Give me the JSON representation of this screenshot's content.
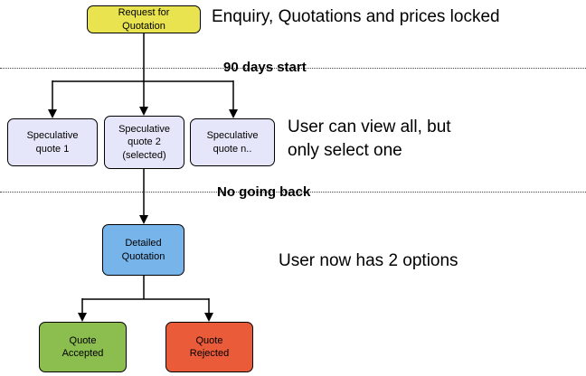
{
  "diagram": {
    "nodes": {
      "rfq": {
        "label": "Request for\nQuotation",
        "color": "#e8e34f"
      },
      "quote1": {
        "label": "Speculative\nquote 1",
        "color": "#e6e6fa"
      },
      "quote2": {
        "label": "Speculative\nquote 2\n(selected)",
        "color": "#e6e6fa"
      },
      "quoten": {
        "label": "Speculative\nquote n..",
        "color": "#e6e6fa"
      },
      "detailed": {
        "label": "Detailed\nQuotation",
        "color": "#76b4ea"
      },
      "accepted": {
        "label": "Quote\nAccepted",
        "color": "#8cbd4f"
      },
      "rejected": {
        "label": "Quote\nRejected",
        "color": "#ea5b3a"
      }
    },
    "annotations": {
      "enquiry": "Enquiry, Quotations and prices locked",
      "days90": "90 days start",
      "view_all": "User can view all, but\nonly select one",
      "no_going_back": "No going back",
      "two_options": "User now has 2 options"
    },
    "colors": {
      "connector": "#000000",
      "divider": "#444444",
      "background": "#ffffff",
      "text": "#000000"
    }
  }
}
